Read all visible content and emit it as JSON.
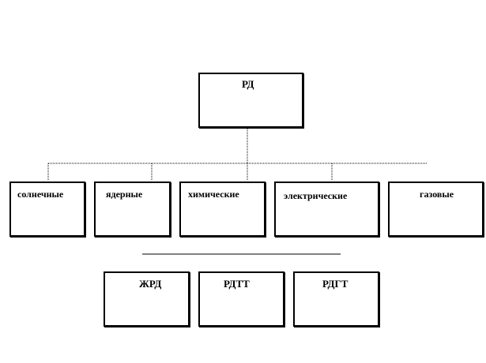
{
  "root": {
    "label": "РД"
  },
  "categories": [
    {
      "label": "солнечные"
    },
    {
      "label": "ядерные"
    },
    {
      "label": "химические"
    },
    {
      "label": "электрические"
    },
    {
      "label": "газовые"
    }
  ],
  "subtypes": [
    {
      "label": "ЖРД"
    },
    {
      "label": "РДТТ"
    },
    {
      "label": "РДГТ"
    }
  ]
}
